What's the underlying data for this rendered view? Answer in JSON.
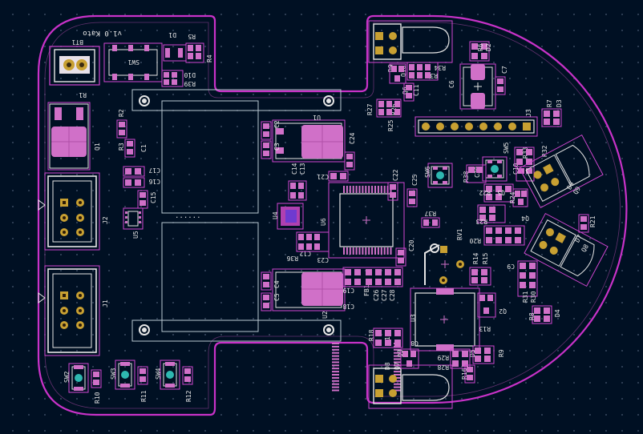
{
  "board": {
    "edge_color": "#c832c8",
    "silk_color": "#e6e6e6",
    "pad_color": "#c8a032",
    "courtyard_color": "#d046d0",
    "fab_color": "#b9c8d2",
    "copper_fill_color": "#d070c8",
    "via_color": "#2eb8b0"
  },
  "labels": {
    "version": "v1.0 Kato",
    "BT1": "BT1",
    "SW1": "SW1",
    "D1": "D1",
    "R5": "R5",
    "R4": "R4",
    "D10": "D10",
    "R39": "R39",
    "R1": "R1",
    "Q1": "Q1",
    "R2": "R2",
    "R3": "R3",
    "C1": "C1",
    "C17": "C17",
    "C16": "C16",
    "C15": "C15",
    "J2": "J2",
    "J1": "J1",
    "U5": "U5",
    "U1": "U1",
    "C2": "C2",
    "C3": "C3",
    "C24": "C24",
    "C14": "C14",
    "C13": "C13",
    "C21": "C21",
    "U4": "U4",
    "C12": "C12",
    "R36": "R36",
    "C23": "C23",
    "U6": "U6",
    "C22": "C22",
    "C25": "C25",
    "C20": "C20",
    "U2": "U2",
    "C4": "C4",
    "C5": "C5",
    "C19": "C19",
    "C18": "C18",
    "FB1": "FB1",
    "C26": "C26",
    "C27": "C27",
    "C28": "C28",
    "D9": "D9",
    "Q10": "Q10",
    "R34": "R34",
    "R35": "R35",
    "C11": "C11",
    "Q6": "Q6",
    "R26": "R26",
    "R27": "R27",
    "R25": "R25",
    "R6": "R6",
    "D2": "D2",
    "C6": "C6",
    "C7": "C7",
    "J3": "J3",
    "R7": "R7",
    "D3": "D3",
    "SW5": "SW5",
    "R33": "R33",
    "R32": "R32",
    "SW6": "SW6",
    "R38": "R38",
    "C29": "C29",
    "C10": "C10",
    "R22": "R22",
    "Q5": "Q5",
    "R24": "R24",
    "D6": "D6",
    "Q9": "Q9",
    "R23": "R23",
    "Q4": "Q4",
    "R37": "R37",
    "RV1": "RV1",
    "R20": "R20",
    "R21": "R21",
    "D7": "D7",
    "Q8": "Q8",
    "R14": "R14",
    "R15": "R15",
    "C9": "C9",
    "R31": "R31",
    "R30": "R30",
    "R8": "R8",
    "D4": "D4",
    "U3": "U3",
    "R13": "R13",
    "Q2": "Q2",
    "R18": "R18",
    "R17": "R17",
    "Q3": "Q3",
    "C8": "C8",
    "D8": "D8",
    "Q7": "Q7",
    "R29": "R29",
    "R28": "R28",
    "R16": "R16",
    "D5": "D5",
    "R9": "R9",
    "SW2": "SW2",
    "SW3": "SW3",
    "SW4": "SW4",
    "R10": "R10",
    "R11": "R11",
    "R12": "R12",
    "dots": "......"
  }
}
